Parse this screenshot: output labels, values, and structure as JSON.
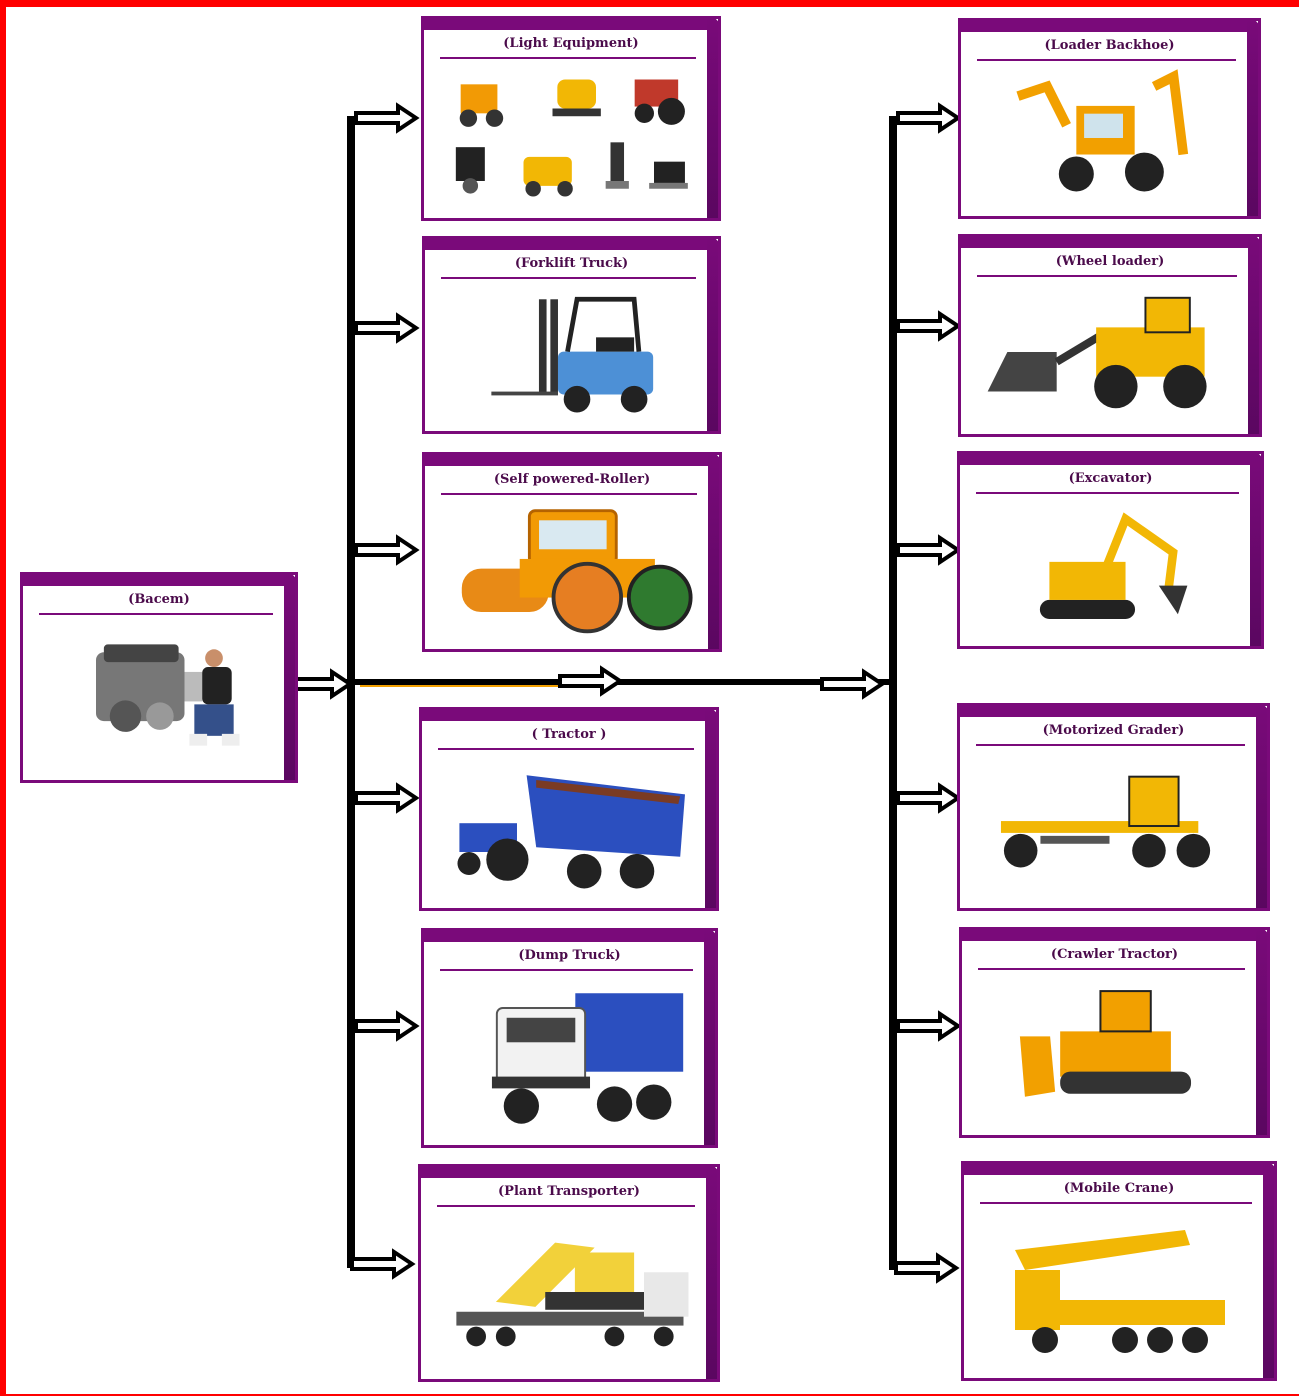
{
  "source": {
    "label": "(Bacem)",
    "icon": "engine-mechanic-icon"
  },
  "left_column": [
    {
      "label": "(Light Equipment)",
      "icon": "light-equipment-icon"
    },
    {
      "label": "(Forklift Truck)",
      "icon": "forklift-icon"
    },
    {
      "label": "(Self powered-Roller)",
      "icon": "road-roller-icon"
    },
    {
      "label": "( Tractor )",
      "icon": "tractor-trailer-icon"
    },
    {
      "label": "(Dump Truck)",
      "icon": "dump-truck-icon"
    },
    {
      "label": "(Plant Transporter)",
      "icon": "plant-transporter-icon"
    }
  ],
  "right_column": [
    {
      "label": "(Loader Backhoe)",
      "icon": "backhoe-loader-icon"
    },
    {
      "label": "(Wheel loader)",
      "icon": "wheel-loader-icon"
    },
    {
      "label": "(Excavator)",
      "icon": "excavator-icon"
    },
    {
      "label": "(Motorized Grader)",
      "icon": "motor-grader-icon"
    },
    {
      "label": "(Crawler Tractor)",
      "icon": "crawler-tractor-icon"
    },
    {
      "label": "(Mobile Crane)",
      "icon": "mobile-crane-icon"
    }
  ],
  "colors": {
    "frame": "#ff0000",
    "card_border": "#7a0a7a",
    "connector": "#000000",
    "title": "#4b0b4b",
    "machine_yellow": "#f2b705"
  }
}
